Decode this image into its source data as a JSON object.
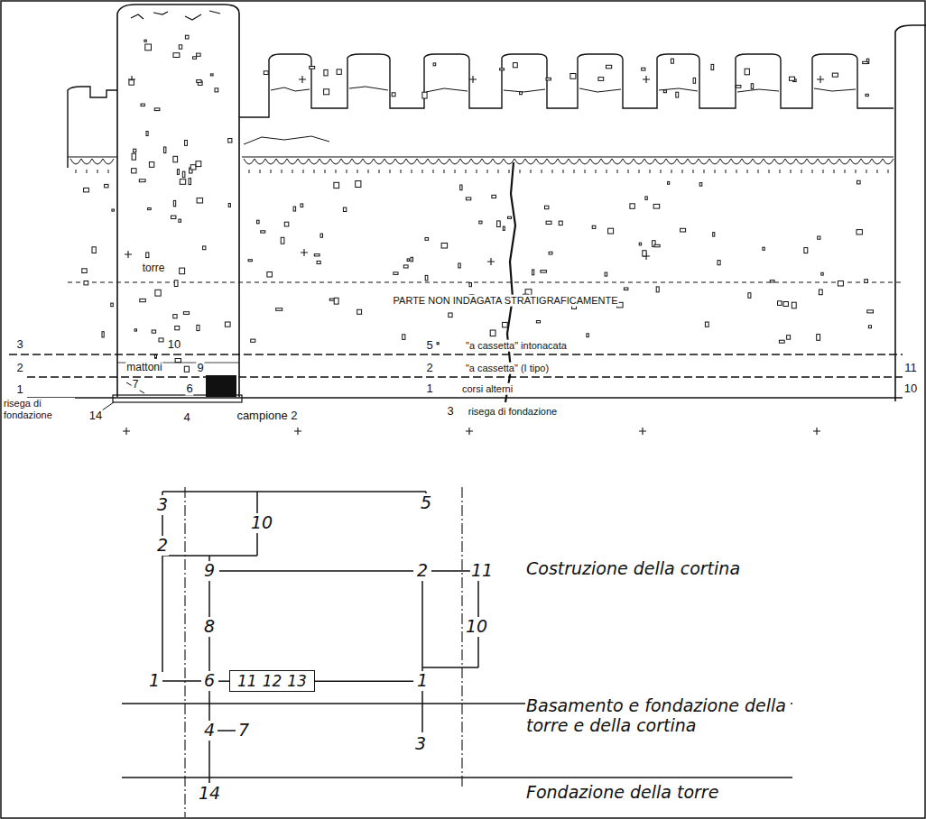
{
  "diagram": {
    "nodes": [
      {
        "text": [
          "11",
          "12",
          "13"
        ]
      }
    ],
    "labels": [
      "torre",
      "3",
      "10",
      "2",
      "mattoni",
      "9",
      "1",
      "7",
      "6",
      "14",
      "4",
      "campione 2",
      "risega di fondazione",
      "PARTE NON INDAGATA STRATIGRAFICAMENTE",
      "5",
      "\"a cassetta\" intonacata",
      "2",
      "\"a cassetta\" (I tipo)",
      "1",
      "corsi alterni",
      "3",
      "risega di fondazione",
      "11",
      "10",
      "3",
      "5",
      "2",
      "10",
      "9",
      "2",
      "11",
      "8",
      "10",
      "1",
      "6",
      "1",
      "3",
      "4",
      "7",
      "14",
      "Costruzione della cortina",
      "Basamento e fondazione della torre e della cortina",
      "Fondazione della torre"
    ]
  }
}
